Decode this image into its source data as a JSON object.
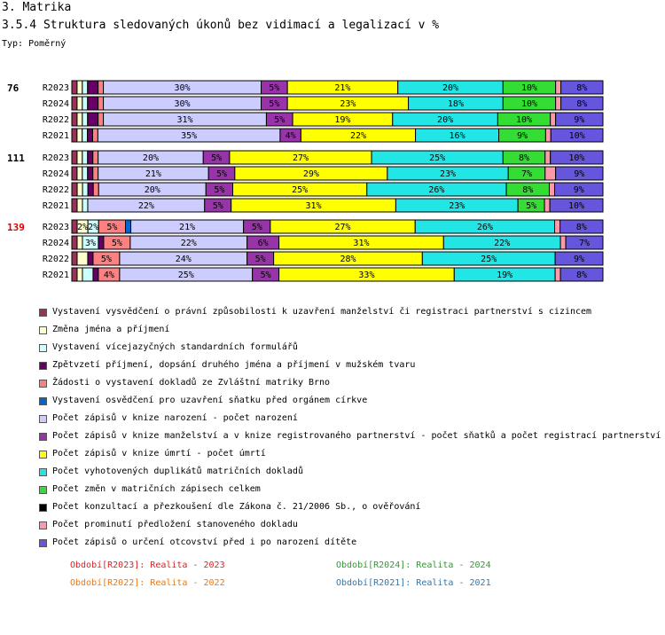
{
  "header": {
    "section": "3. Matrika",
    "title": "3.5.4 Struktura sledovaných úkonů bez vidimací a legalizací v %",
    "type_label": "Typ: Poměrný"
  },
  "chart_data": {
    "type": "bar",
    "orientation": "horizontal",
    "stacked": "100%",
    "series": [
      {
        "name": "Vystavení vysvědčení o právní způsobilosti k uzavření manželství či registraci partnerství s cizincem",
        "color": "#993355"
      },
      {
        "name": "Změna jména a příjmení",
        "color": "#ffffcc"
      },
      {
        "name": "Vystavení vícejazyčných standardních formulářů",
        "color": "#ccffff"
      },
      {
        "name": "Zpětvzetí příjmení, dopsání druhého jména a příjmení v mužském tvaru",
        "color": "#660066"
      },
      {
        "name": "Žádosti o vystavení dokladů ze Zvláštní matriky Brno",
        "color": "#ff8080"
      },
      {
        "name": "Vystavení osvědčení pro uzavření sňatku před orgánem církve",
        "color": "#0066cc"
      },
      {
        "name": "Počet zápisů v knize narození - počet narození",
        "color": "#ccccff"
      },
      {
        "name": "Počet zápisů v knize manželství a v knize registrovaného partnerství - počet sňatků a počet registrací partnerství",
        "color": "#9933a9"
      },
      {
        "name": "Počet zápisů v knize úmrtí - počet úmrtí",
        "color": "#ffff00"
      },
      {
        "name": "Počet vyhotovených duplikátů matričních dokladů",
        "color": "#22e6e6"
      },
      {
        "name": "Počet změn v matričních zápisech celkem",
        "color": "#33dd33"
      },
      {
        "name": "Počet  konzultací a přezkoušení dle Zákona č. 21/2006 Sb., o ověřování",
        "color": "#000000"
      },
      {
        "name": "Počet prominutí předložení stanoveného dokladu",
        "color": "#ff99aa"
      },
      {
        "name": "Počet zápisů o určení otcovství před i po narození dítěte",
        "color": "#6655dd"
      }
    ],
    "groups": [
      {
        "label": "76",
        "label_color": "#000000",
        "rows": [
          {
            "label": "R2023",
            "values": [
              1,
              1,
              1,
              2,
              1,
              0,
              30,
              5,
              21,
              20,
              10,
              0,
              1,
              8
            ]
          },
          {
            "label": "R2024",
            "values": [
              1,
              1,
              1,
              2,
              1,
              0,
              30,
              5,
              23,
              18,
              10,
              0,
              1,
              8
            ]
          },
          {
            "label": "R2022",
            "values": [
              1,
              1,
              1,
              2,
              1,
              0,
              31,
              5,
              19,
              20,
              10,
              0,
              1,
              9
            ]
          },
          {
            "label": "R2021",
            "values": [
              1,
              1,
              1,
              1,
              1,
              0,
              35,
              4,
              22,
              16,
              9,
              0,
              1,
              10
            ]
          }
        ]
      },
      {
        "label": "111",
        "label_color": "#000000",
        "rows": [
          {
            "label": "R2023",
            "values": [
              1,
              1,
              1,
              1,
              1,
              0,
              20,
              5,
              27,
              25,
              8,
              0,
              1,
              10
            ]
          },
          {
            "label": "R2024",
            "values": [
              1,
              1,
              1,
              1,
              1,
              0,
              21,
              5,
              29,
              23,
              7,
              0,
              2,
              9
            ]
          },
          {
            "label": "R2022",
            "values": [
              1,
              1,
              1,
              1,
              1,
              0,
              20,
              5,
              25,
              26,
              8,
              0,
              1,
              9
            ]
          },
          {
            "label": "R2021",
            "values": [
              1,
              1,
              1,
              0,
              0,
              0,
              22,
              5,
              31,
              23,
              5,
              0,
              1,
              10
            ]
          }
        ]
      },
      {
        "label": "139",
        "label_color": "#dd0000",
        "rows": [
          {
            "label": "R2023",
            "values": [
              1,
              2,
              2,
              0,
              5,
              1,
              21,
              5,
              27,
              26,
              0,
              0,
              1,
              8
            ]
          },
          {
            "label": "R2024",
            "values": [
              1,
              1,
              3,
              1,
              5,
              0,
              22,
              6,
              31,
              22,
              0,
              0,
              1,
              7
            ]
          },
          {
            "label": "R2022",
            "values": [
              1,
              2,
              0,
              1,
              5,
              0,
              24,
              5,
              28,
              25,
              0,
              0,
              0,
              9
            ]
          },
          {
            "label": "R2021",
            "values": [
              1,
              1,
              2,
              1,
              4,
              0,
              25,
              5,
              33,
              19,
              0,
              0,
              1,
              8
            ]
          }
        ]
      }
    ],
    "xlim": [
      0,
      100
    ],
    "unit": "%"
  },
  "periods": [
    {
      "text": "Období[R2023]: Realita - 2023",
      "color": "#dd2222"
    },
    {
      "text": "Období[R2024]: Realita - 2024",
      "color": "#339933"
    },
    {
      "text": "Období[R2022]: Realita - 2022",
      "color": "#ee7711"
    },
    {
      "text": "Období[R2021]: Realita - 2021",
      "color": "#3377aa"
    }
  ]
}
